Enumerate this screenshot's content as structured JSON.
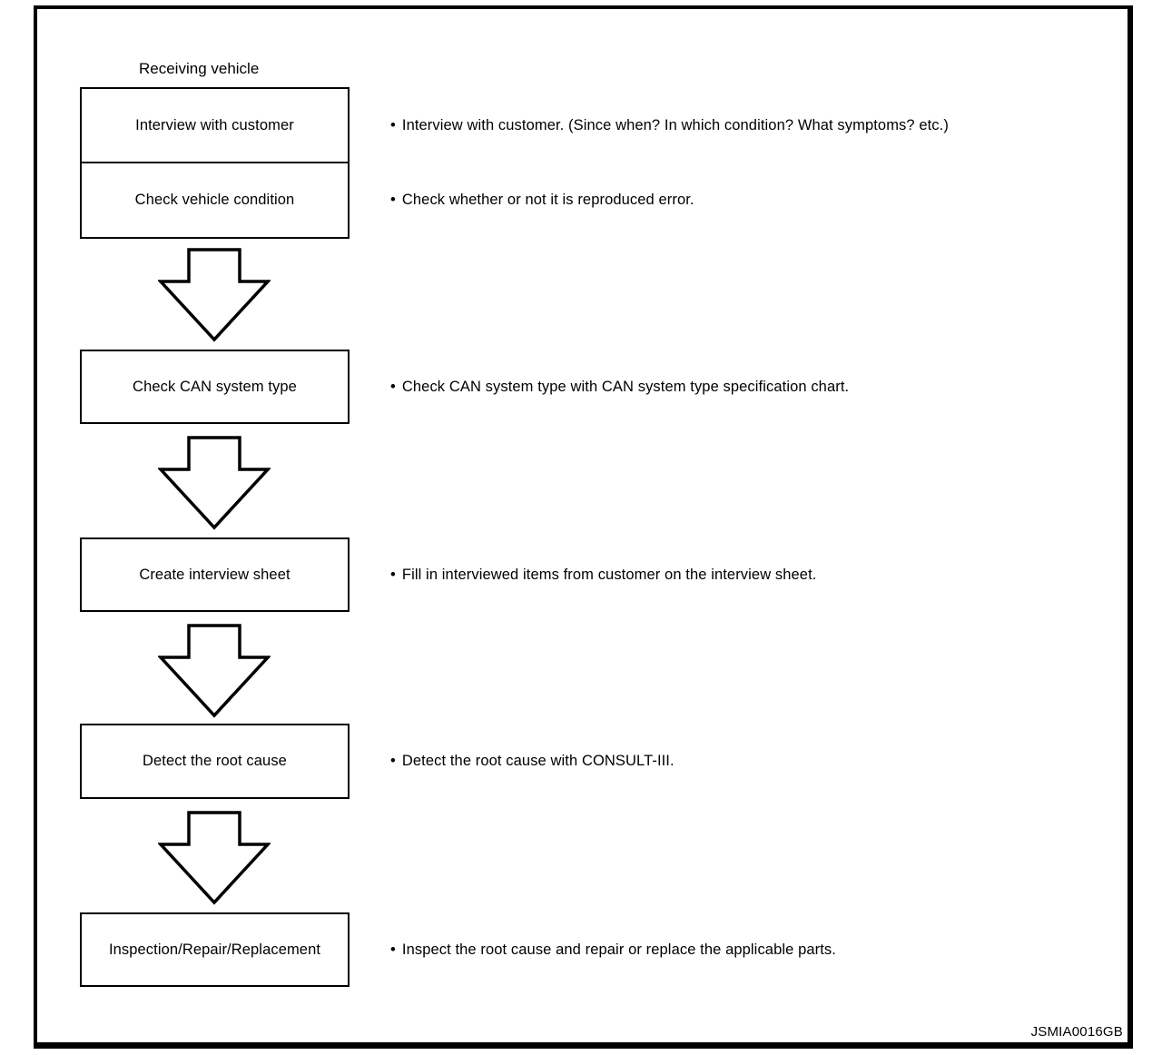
{
  "figure": {
    "top_label": "Receiving vehicle",
    "bullet_char": "•",
    "code": "JSMIA0016GB",
    "line_color": "#000000",
    "background_color": "#ffffff"
  },
  "steps": [
    {
      "box": "Interview with customer",
      "note": "Interview with customer. (Since when? In which condition? What symptoms? etc.)"
    },
    {
      "box": "Check vehicle condition",
      "note": "Check whether or not it is reproduced error."
    },
    {
      "box": "Check CAN system type",
      "note": "Check CAN system type with CAN system type specification chart."
    },
    {
      "box": "Create interview sheet",
      "note": "Fill in interviewed items from customer on the interview sheet."
    },
    {
      "box": "Detect the root cause",
      "note": "Detect the root cause with CONSULT-III."
    },
    {
      "box": "Inspection/Repair/Replacement",
      "note": "Inspect the root cause and repair or replace the applicable parts."
    }
  ]
}
